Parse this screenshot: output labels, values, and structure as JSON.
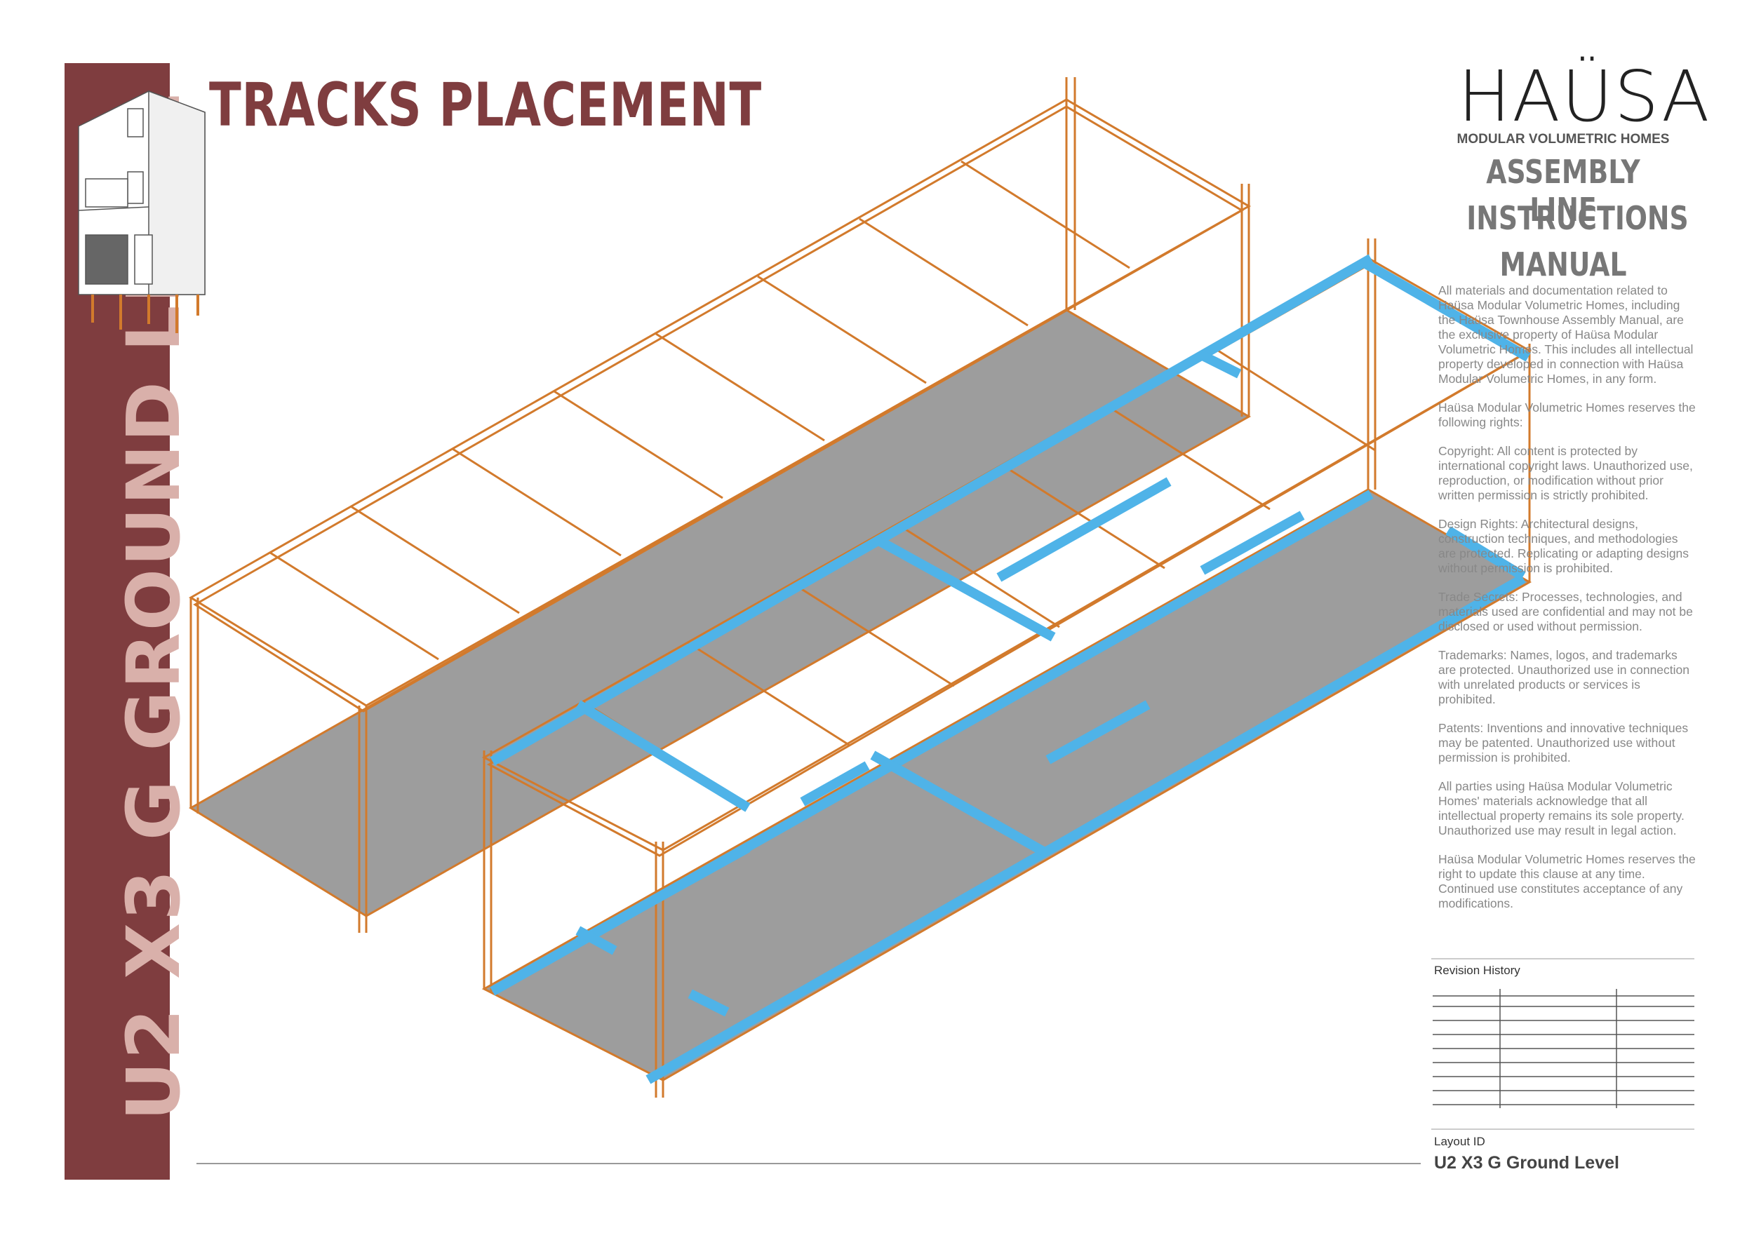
{
  "sheet": {
    "title": "TRACKS PLACEMENT",
    "sidebar_label": "U2 X3 G GROUND LEVEL"
  },
  "brand": {
    "name": "HAÜSA",
    "tagline": "MODULAR VOLUMETRIC HOMES",
    "manual_lines": [
      "ASSEMBLY LINE",
      "INSTRUCTIONS",
      "MANUAL"
    ]
  },
  "legal": {
    "paragraphs": [
      "All materials and documentation related to Haüsa Modular Volumetric Homes, including the Haüsa Townhouse Assembly Manual, are the exclusive property of Haüsa Modular Volumetric Homes. This includes all intellectual property developed in connection with Haüsa Modular Volumetric Homes, in any form.",
      "Haüsa Modular Volumetric Homes reserves the following rights:",
      "Copyright: All content is protected by international copyright laws. Unauthorized use, reproduction, or modification without prior written permission is strictly prohibited.",
      "Design Rights: Architectural designs, construction techniques, and methodologies are protected. Replicating or adapting designs without permission is prohibited.",
      "Trade Secrets: Processes, technologies, and materials used are confidential and may not be disclosed or used without permission.",
      "Trademarks: Names, logos, and trademarks are protected. Unauthorized use in connection with unrelated products or services is prohibited.",
      "Patents: Inventions and innovative techniques may be patented. Unauthorized use without permission is prohibited.",
      "All parties using Haüsa Modular Volumetric Homes' materials acknowledge that all intellectual property remains its sole property. Unauthorized use may result in legal action.",
      "Haüsa Modular Volumetric Homes reserves the right to update this clause at any time. Continued use constitutes acceptance of any modifications."
    ]
  },
  "revision_history": {
    "label": "Revision History"
  },
  "layout": {
    "label": "Layout ID",
    "value": "U2 X3 G Ground Level"
  },
  "colors": {
    "sidebar": "#7f3d3f",
    "sidebar_text": "#d9b0aa",
    "frame": "#d27a2c",
    "floor": "#9d9d9d",
    "track": "#4fb3e8"
  }
}
